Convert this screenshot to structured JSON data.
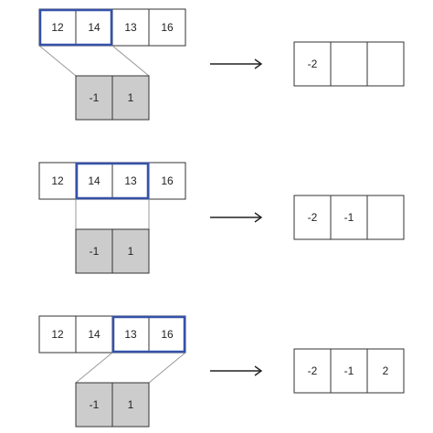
{
  "colors": {
    "highlight": "#3552a8",
    "kernel_fill": "#cccccc",
    "border": "#333333",
    "connector": "#999999",
    "arrow": "#222222"
  },
  "steps": [
    {
      "input": [
        "12",
        "14",
        "13",
        "16"
      ],
      "highlight_start": 0,
      "kernel": [
        "-1",
        "1"
      ],
      "output": [
        "-2",
        "",
        ""
      ]
    },
    {
      "input": [
        "12",
        "14",
        "13",
        "16"
      ],
      "highlight_start": 1,
      "kernel": [
        "-1",
        "1"
      ],
      "output": [
        "-2",
        "-1",
        ""
      ]
    },
    {
      "input": [
        "12",
        "14",
        "13",
        "16"
      ],
      "highlight_start": 2,
      "kernel": [
        "-1",
        "1"
      ],
      "output": [
        "-2",
        "-1",
        "2"
      ]
    }
  ]
}
